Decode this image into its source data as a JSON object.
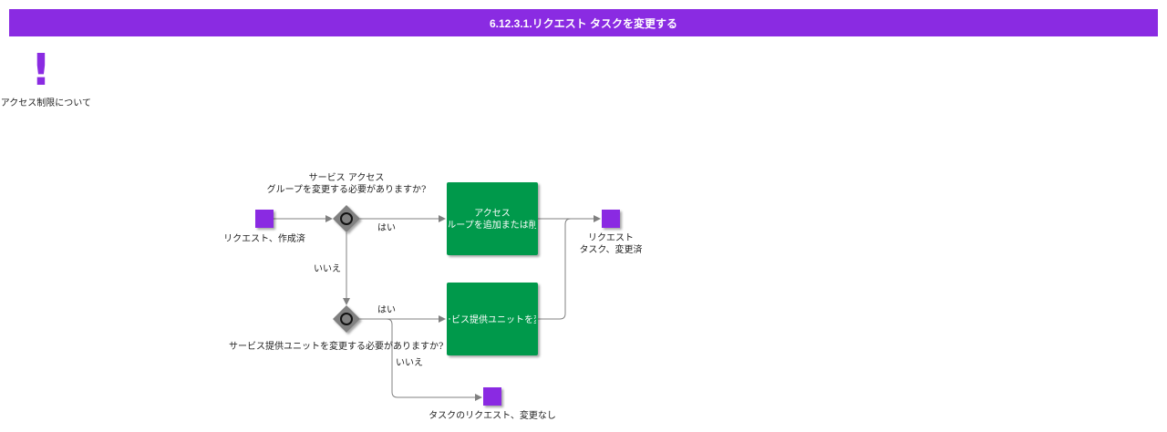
{
  "title": "6.12.3.1.リクエスト タスクを変更する",
  "note": {
    "label": "アクセス制限について"
  },
  "colors": {
    "title_bar": "#8a2be2",
    "event": "#8a2be2",
    "task": "#00994c",
    "gateway": "#808080",
    "flow": "#808080"
  },
  "events": {
    "start": "リクエスト、作成済",
    "end_changed_line1": "リクエスト",
    "end_changed_line2": "タスク、変更済",
    "end_unchanged": "タスクのリクエスト、変更なし"
  },
  "gateways": {
    "g1_line1": "サービス アクセス",
    "g1_line2": "グループを変更する必要がありますか?",
    "g2": "サービス提供ユニットを変更する必要がありますか?"
  },
  "tasks": {
    "t1_line1": "アクセス",
    "t1_line2": "グループを追加または削除",
    "t2": "サービス提供ユニットを変更"
  },
  "flows": {
    "yes1": "はい",
    "no1": "いいえ",
    "yes2": "はい",
    "no2": "いいえ"
  }
}
